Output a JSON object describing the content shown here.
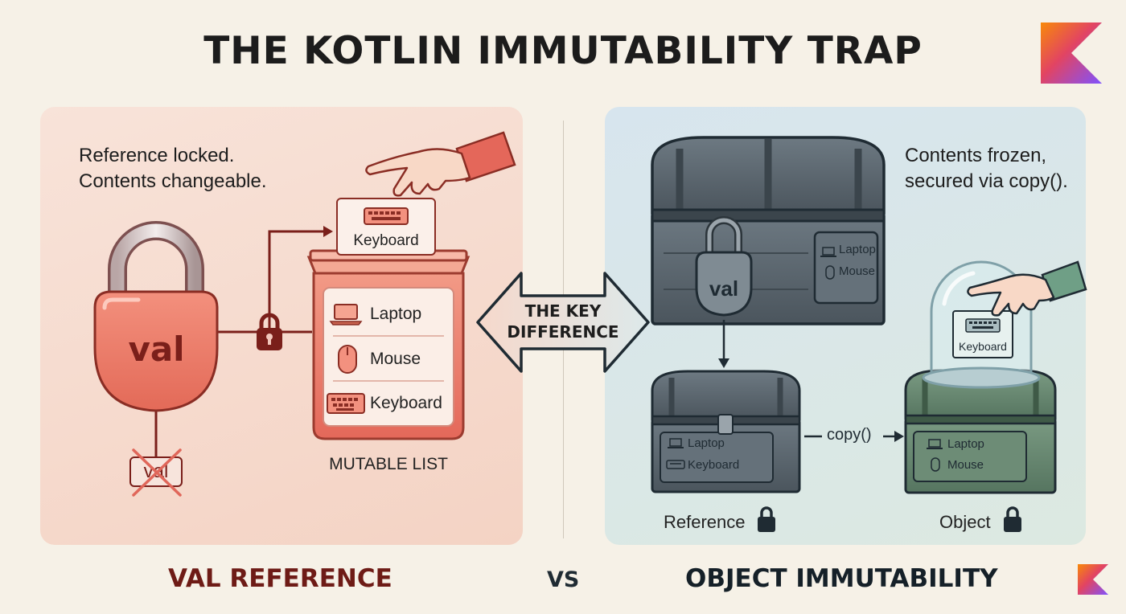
{
  "title": "THE KOTLIN IMMUTABILITY TRAP",
  "left_panel": {
    "caption_line1": "Reference locked.",
    "caption_line2": "Contents changeable.",
    "padlock_label": "val",
    "crossed_label": "val",
    "incoming_card": "Keyboard",
    "list_items": [
      "Laptop",
      "Mouse",
      "Keyboard"
    ],
    "list_label": "MUTABLE LIST",
    "footer": "VAL REFERENCE"
  },
  "center": {
    "arrow_line1": "THE KEY",
    "arrow_line2": "DIFFERENCE",
    "vs": "VS"
  },
  "right_panel": {
    "caption_line1": "Contents frozen,",
    "caption_line2": "secured via copy().",
    "big_chest_padlock": "val",
    "big_chest_items": [
      "Laptop",
      "Mouse"
    ],
    "small_chest_items": [
      "Laptop",
      "Keyboard"
    ],
    "copy_label": "copy()",
    "copy_chest_items": [
      "Laptop",
      "Mouse"
    ],
    "dome_card": "Keyboard",
    "reference_label": "Reference",
    "object_label": "Object",
    "footer": "OBJECT IMMUTABILITY"
  },
  "colors": {
    "left_accent": "#e8705f",
    "left_dark": "#7a1f1a",
    "right_dark": "#1f2b33",
    "chest_gray": "#55616a",
    "chest_green": "#5f8068"
  },
  "icons": [
    "kotlin-logo",
    "padlock-icon",
    "laptop-icon",
    "mouse-icon",
    "keyboard-icon",
    "hand-icon",
    "chest-icon",
    "glass-dome-icon"
  ]
}
